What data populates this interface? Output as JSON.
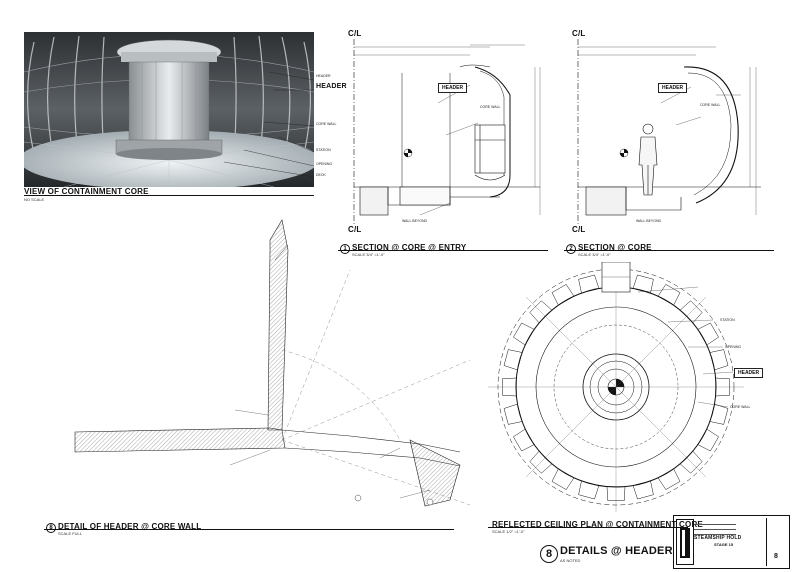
{
  "render": {
    "header_label": "HEADER",
    "view1": {
      "title": "VIEW OF CONTAINMENT CORE",
      "scale": "NO SCALE"
    },
    "view2": {
      "num": "1",
      "title": "SECTION @ CORE @ ENTRY",
      "scale": "SCALE 3/4\" =1'-0\"",
      "cl": "C/L"
    },
    "view3": {
      "num": "2",
      "title": "SECTION @ CORE",
      "scale": "SCALE 3/4\" =1'-0\"",
      "cl": "C/L"
    },
    "view4": {
      "num": "8",
      "title": "DETAIL OF HEADER @ CORE WALL",
      "scale": "SCALE FULL"
    },
    "view5": {
      "title": "REFLECTED CEILING PLAN @ CONTAINMENT CORE",
      "scale": "SCALE 1/2\" =1'-0\""
    },
    "sheet": {
      "num": "8",
      "title": "DETAILS @ HEADER",
      "scale": "AS NOTED"
    },
    "title_block": {
      "project": "STEAMSHIP HOLD",
      "stage": "STAGE 15",
      "sheet_no": "8"
    },
    "view1_labels": [
      "HEADER",
      "CORE WALL",
      "STATION",
      "OPENING",
      "DECK"
    ],
    "sec_labels": [
      "HEADER",
      "CORE WALL",
      "WALL BEYOND"
    ],
    "plan_labels": [
      "STATION",
      "HEADER",
      "CORE WALL",
      "OPENING"
    ]
  }
}
